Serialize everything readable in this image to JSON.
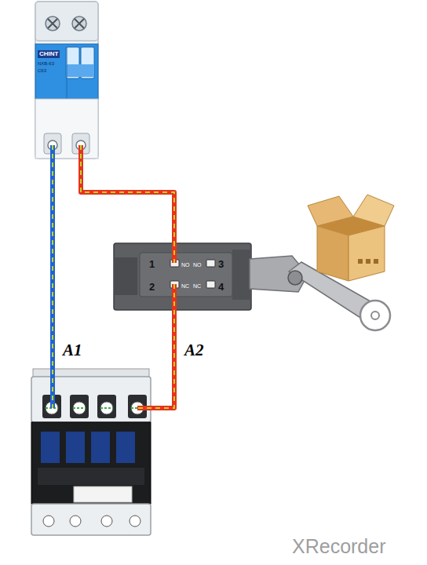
{
  "diagram": {
    "nodes": [
      {
        "text": [
          "CHINT",
          "NXB-63",
          "C63"
        ]
      },
      {
        "text": [
          "1",
          "2",
          "3",
          "4",
          "NO",
          "NC",
          "NO",
          "NC"
        ]
      }
    ],
    "edges": [
      {
        "from": 0,
        "to": 1,
        "arrow": "none"
      }
    ],
    "labels": [
      "A1",
      "A2",
      "XRecorder"
    ]
  }
}
